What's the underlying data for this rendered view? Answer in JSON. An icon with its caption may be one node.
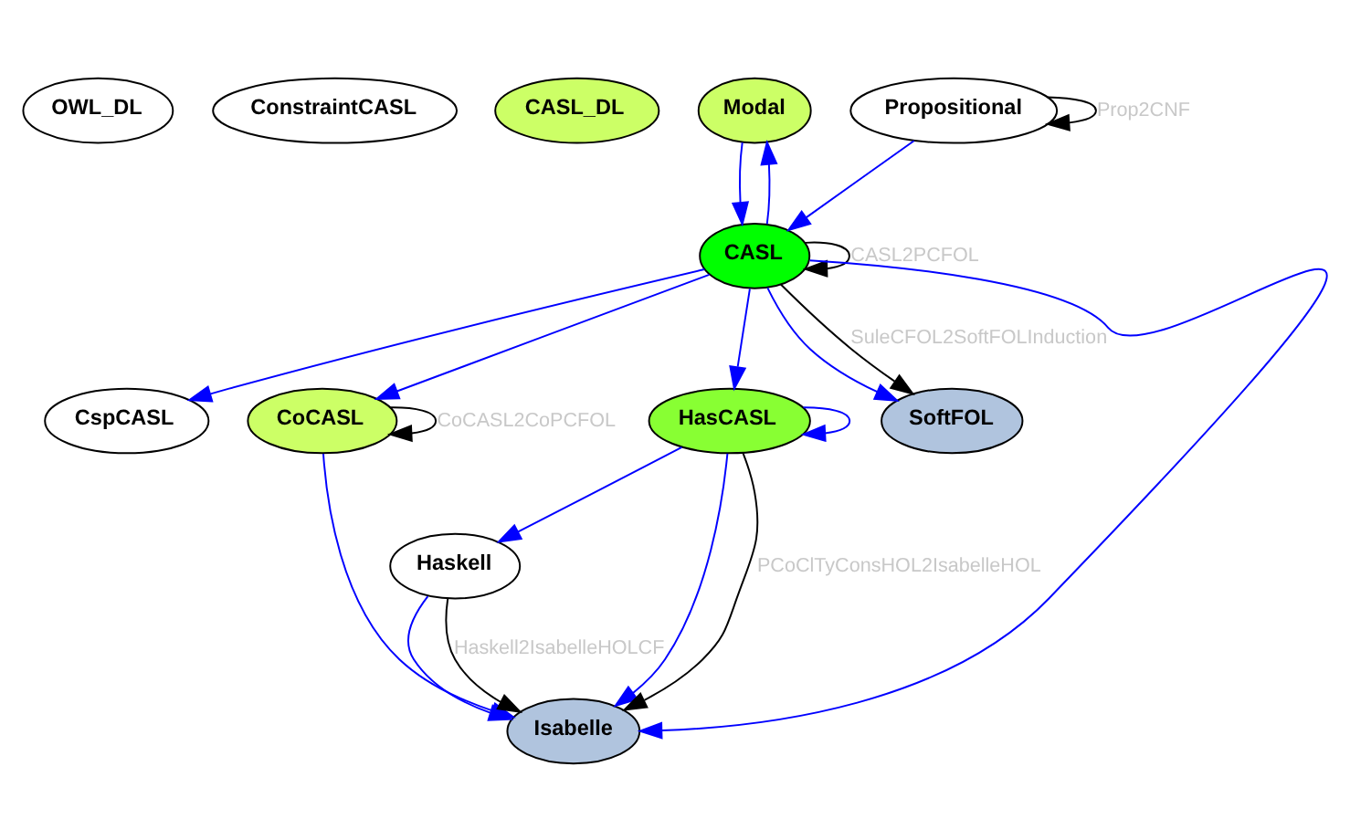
{
  "diagram": {
    "nodes": [
      {
        "text": [
          "OWL_DL"
        ]
      },
      {
        "text": [
          "ConstraintCASL"
        ]
      },
      {
        "text": [
          "CASL_DL"
        ]
      },
      {
        "text": [
          "Modal"
        ]
      },
      {
        "text": [
          "Propositional"
        ]
      },
      {
        "text": [
          "CASL"
        ]
      },
      {
        "text": [
          "CspCASL"
        ]
      },
      {
        "text": [
          "CoCASL"
        ]
      },
      {
        "text": [
          "HasCASL"
        ]
      },
      {
        "text": [
          "SoftFOL"
        ]
      },
      {
        "text": [
          "Haskell"
        ]
      },
      {
        "text": [
          "Isabelle"
        ]
      }
    ],
    "edges": [
      {
        "from": 4,
        "to": 4,
        "arrow": "to",
        "label": "Prop2CNF",
        "color": "#000000"
      },
      {
        "from": 3,
        "to": 5,
        "arrow": "to"
      },
      {
        "from": 5,
        "to": 3,
        "arrow": "to"
      },
      {
        "from": 4,
        "to": 5,
        "arrow": "to"
      },
      {
        "from": 5,
        "to": 5,
        "arrow": "to",
        "label": "CASL2PCFOL",
        "color": "#000000"
      },
      {
        "from": 5,
        "to": 6,
        "arrow": "to"
      },
      {
        "from": 5,
        "to": 7,
        "arrow": "to"
      },
      {
        "from": 5,
        "to": 8,
        "arrow": "to"
      },
      {
        "from": 5,
        "to": 9,
        "arrow": "to"
      },
      {
        "from": 5,
        "to": 9,
        "arrow": "to",
        "label": "SuleCFOL2SoftFOLInduction",
        "color": "#000000"
      },
      {
        "from": 5,
        "to": 11,
        "arrow": "to"
      },
      {
        "from": 7,
        "to": 7,
        "arrow": "to",
        "label": "CoCASL2CoPCFOL",
        "color": "#000000"
      },
      {
        "from": 8,
        "to": 8,
        "arrow": "to"
      },
      {
        "from": 7,
        "to": 11,
        "arrow": "to"
      },
      {
        "from": 8,
        "to": 10,
        "arrow": "to"
      },
      {
        "from": 8,
        "to": 11,
        "arrow": "to"
      },
      {
        "from": 8,
        "to": 11,
        "arrow": "to",
        "label": "PCoClTyConsHOL2IsabelleHOL",
        "color": "#000000"
      },
      {
        "from": 10,
        "to": 11,
        "arrow": "to"
      },
      {
        "from": 10,
        "to": 11,
        "arrow": "to",
        "label": "Haskell2IsabelleHOLCF",
        "color": "#000000"
      }
    ]
  }
}
